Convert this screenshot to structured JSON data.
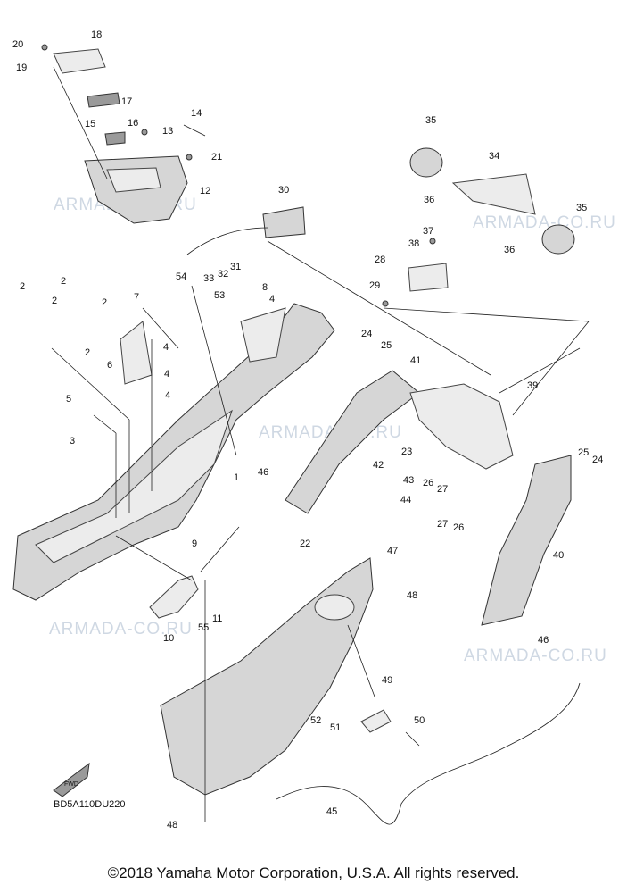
{
  "watermark": "ARMADA-CO.RU",
  "diagram_code": "BD5A110DU220",
  "fwd_label": "FWD",
  "copyright": "©2018 Yamaha Motor Corporation, U.S.A. All rights reserved.",
  "callouts": [
    "1",
    "2",
    "2",
    "2",
    "2",
    "2",
    "3",
    "4",
    "4",
    "4",
    "4",
    "5",
    "6",
    "7",
    "8",
    "9",
    "10",
    "11",
    "12",
    "13",
    "14",
    "15",
    "16",
    "17",
    "18",
    "19",
    "20",
    "21",
    "22",
    "23",
    "24",
    "24",
    "25",
    "25",
    "26",
    "26",
    "27",
    "27",
    "28",
    "29",
    "30",
    "31",
    "32",
    "33",
    "34",
    "35",
    "35",
    "36",
    "36",
    "37",
    "38",
    "39",
    "40",
    "41",
    "42",
    "43",
    "44",
    "45",
    "46",
    "46",
    "47",
    "48",
    "48",
    "49",
    "50",
    "51",
    "52",
    "53",
    "54",
    "55"
  ]
}
